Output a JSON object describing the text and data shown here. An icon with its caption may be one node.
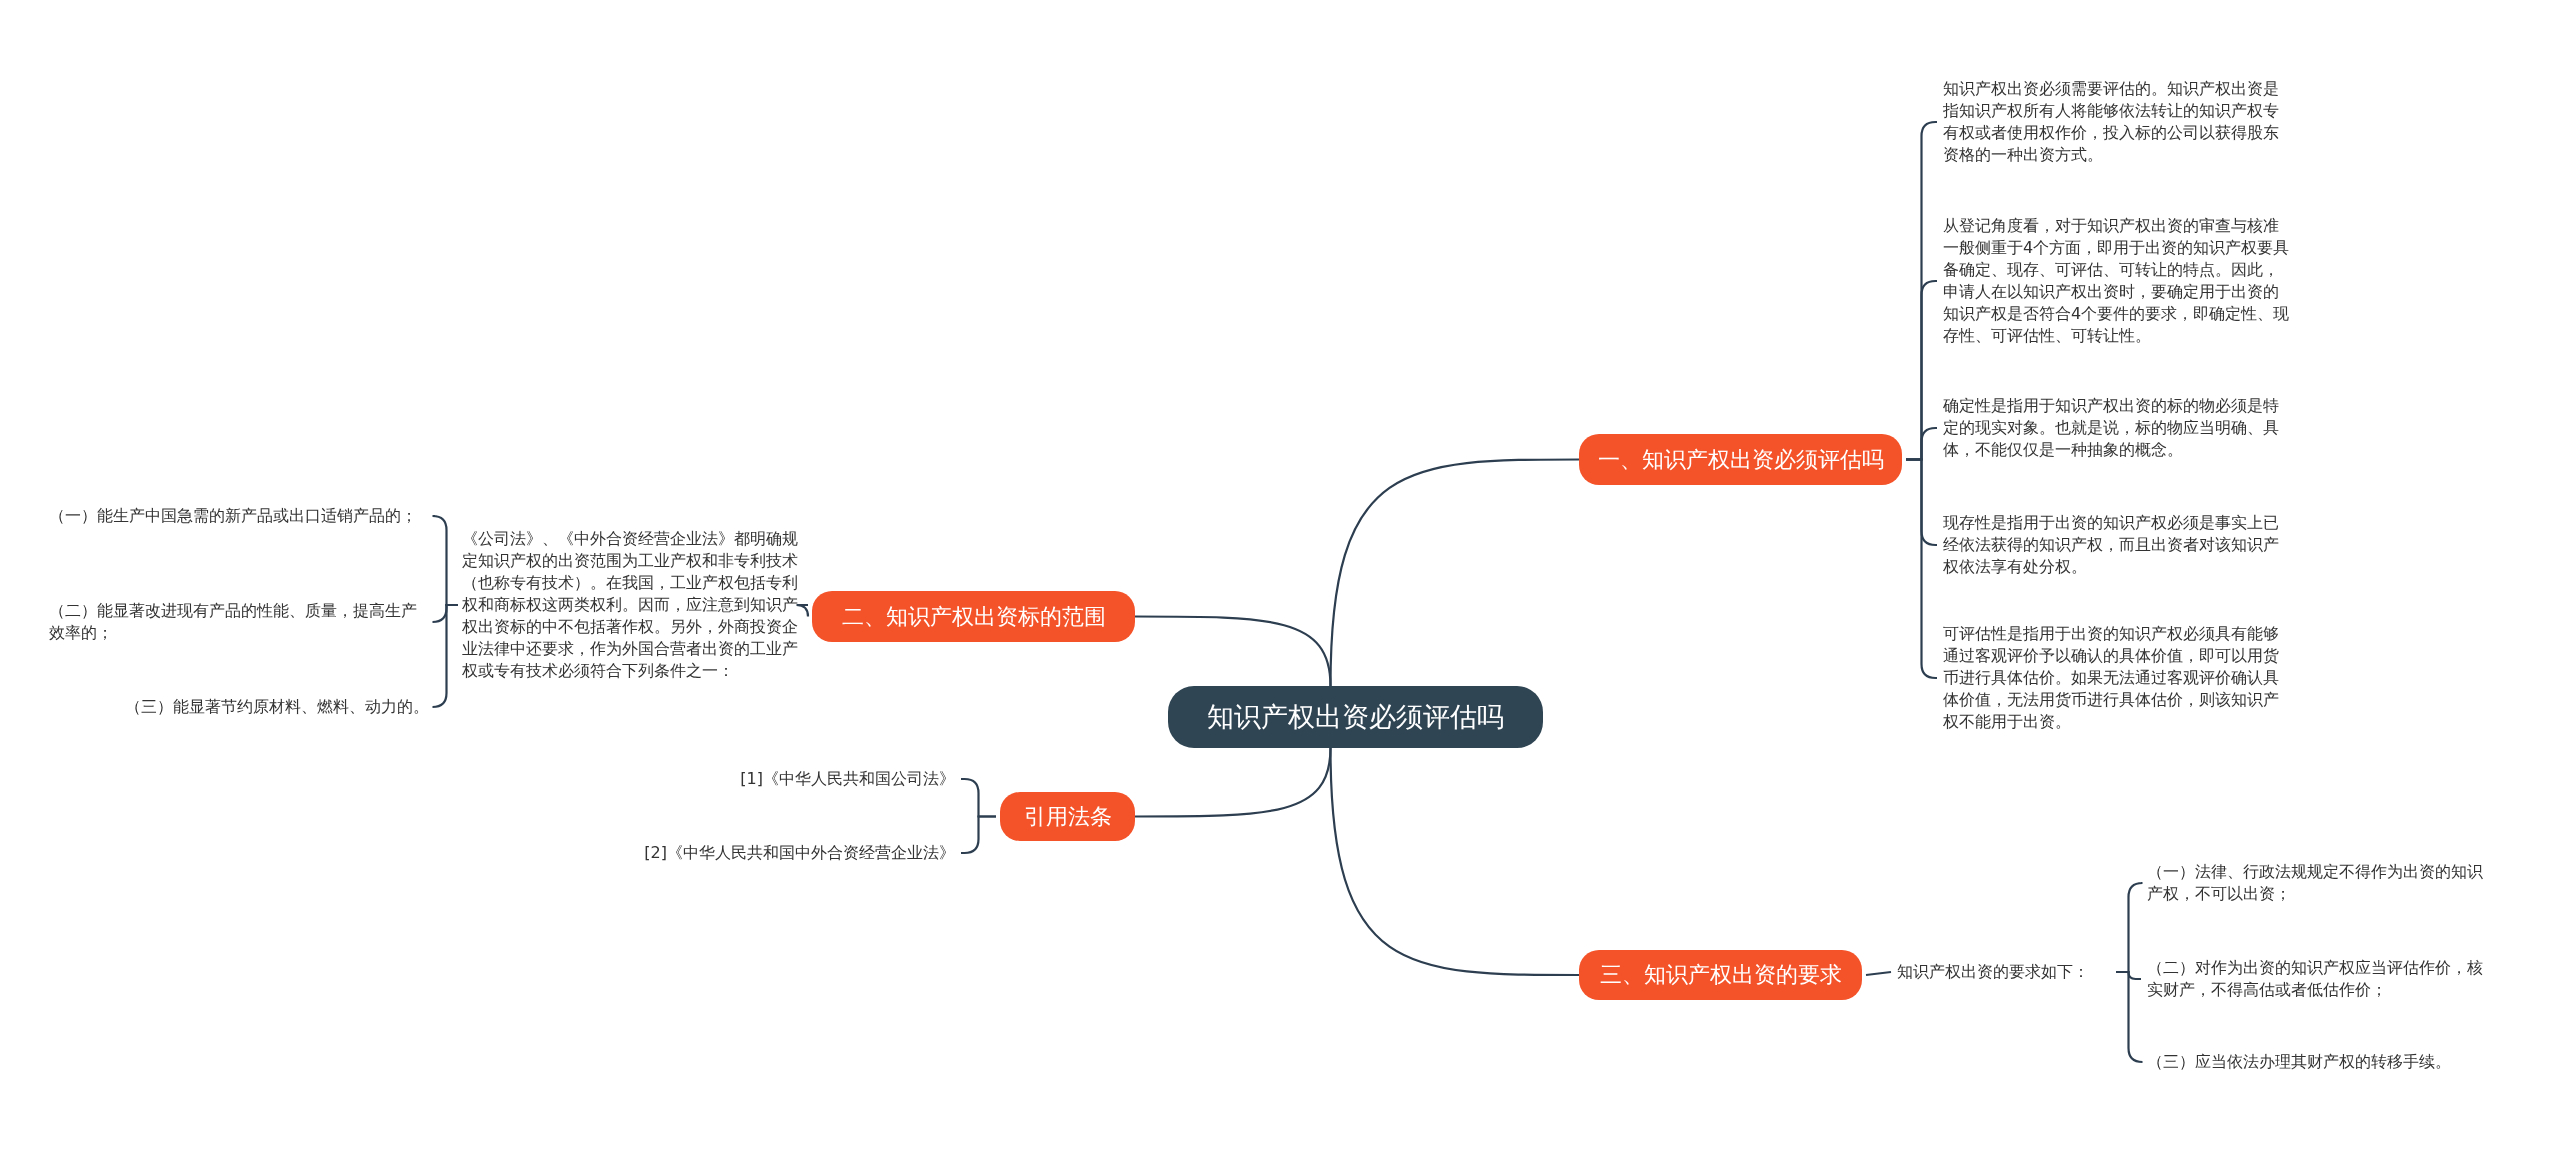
{
  "diagram": {
    "nodes": [
      {
        "text": [
          "知识产权出资必须评估吗"
        ]
      },
      {
        "text": [
          "一、知识产权出资必须评估吗"
        ]
      },
      {
        "text": [
          "知识产权出资必须需要评估的。知识产权出资是指知识产权所有人将能够依法转让的知识产权专有权或者使用权作价，投入标的公司以获得股东资格的一种出资方式。"
        ]
      },
      {
        "text": [
          "从登记角度看，对于知识产权出资的审查与核准一般侧重于4个方面，即用于出资的知识产权要具备确定、现存、可评估、可转让的特点。因此，申请人在以知识产权出资时，要确定用于出资的知识产权是否符合4个要件的要求，即确定性、现存性、可评估性、可转让性。"
        ]
      },
      {
        "text": [
          "确定性是指用于知识产权出资的标的物必须是特定的现实对象。也就是说，标的物应当明确、具体，不能仅仅是一种抽象的概念。"
        ]
      },
      {
        "text": [
          "现存性是指用于出资的知识产权必须是事实上已经依法获得的知识产权，而且出资者对该知识产权依法享有处分权。"
        ]
      },
      {
        "text": [
          "可评估性是指用于出资的知识产权必须具有能够通过客观评价予以确认的具体价值，即可以用货币进行具体估价。如果无法通过客观评价确认具体价值，无法用货币进行具体估价，则该知识产权不能用于出资。"
        ]
      },
      {
        "text": [
          "二、知识产权出资标的范围"
        ]
      },
      {
        "text": [
          "《公司法》、《中外合资经营企业法》都明确规定知识产权的出资范围为工业产权和非专利技术（也称专有技术）。在我国，工业产权包括专利权和商标权这两类权利。因而，应注意到知识产权出资标的中不包括著作权。另外，外商投资企业法律中还要求，作为外国合营者出资的工业产权或专有技术必须符合下列条件之一："
        ]
      },
      {
        "text": [
          "（一）能生产中国急需的新产品或出口适销产品的；"
        ]
      },
      {
        "text": [
          "（二）能显著改进现有产品的性能、质量，提高生产效率的；"
        ]
      },
      {
        "text": [
          "（三）能显著节约原材料、燃料、动力的。"
        ]
      },
      {
        "text": [
          "引用法条"
        ]
      },
      {
        "text": [
          "[1]《中华人民共和国公司法》"
        ]
      },
      {
        "text": [
          "[2]《中华人民共和国中外合资经营企业法》"
        ]
      },
      {
        "text": [
          "三、知识产权出资的要求"
        ]
      },
      {
        "text": [
          "知识产权出资的要求如下："
        ]
      },
      {
        "text": [
          "（一）法律、行政法规规定不得作为出资的知识产权，不可以出资；"
        ]
      },
      {
        "text": [
          "（二）对作为出资的知识产权应当评估作价，核实财产，不得高估或者低估作价；"
        ]
      },
      {
        "text": [
          "（三）应当依法办理其财产权的转移手续。"
        ]
      }
    ],
    "edges": [
      {
        "from": 0,
        "to": 1,
        "arrow": "none"
      },
      {
        "from": 1,
        "to": 2,
        "arrow": "none"
      },
      {
        "from": 1,
        "to": 3,
        "arrow": "none"
      },
      {
        "from": 1,
        "to": 4,
        "arrow": "none"
      },
      {
        "from": 1,
        "to": 5,
        "arrow": "none"
      },
      {
        "from": 1,
        "to": 6,
        "arrow": "none"
      },
      {
        "from": 0,
        "to": 7,
        "arrow": "none"
      },
      {
        "from": 7,
        "to": 8,
        "arrow": "none"
      },
      {
        "from": 8,
        "to": 9,
        "arrow": "none"
      },
      {
        "from": 8,
        "to": 10,
        "arrow": "none"
      },
      {
        "from": 8,
        "to": 11,
        "arrow": "none"
      },
      {
        "from": 0,
        "to": 12,
        "arrow": "none"
      },
      {
        "from": 12,
        "to": 13,
        "arrow": "none"
      },
      {
        "from": 12,
        "to": 14,
        "arrow": "none"
      },
      {
        "from": 0,
        "to": 15,
        "arrow": "none"
      },
      {
        "from": 15,
        "to": 16,
        "arrow": "none"
      },
      {
        "from": 16,
        "to": 17,
        "arrow": "none"
      },
      {
        "from": 16,
        "to": 18,
        "arrow": "none"
      },
      {
        "from": 16,
        "to": 19,
        "arrow": "none"
      }
    ]
  }
}
